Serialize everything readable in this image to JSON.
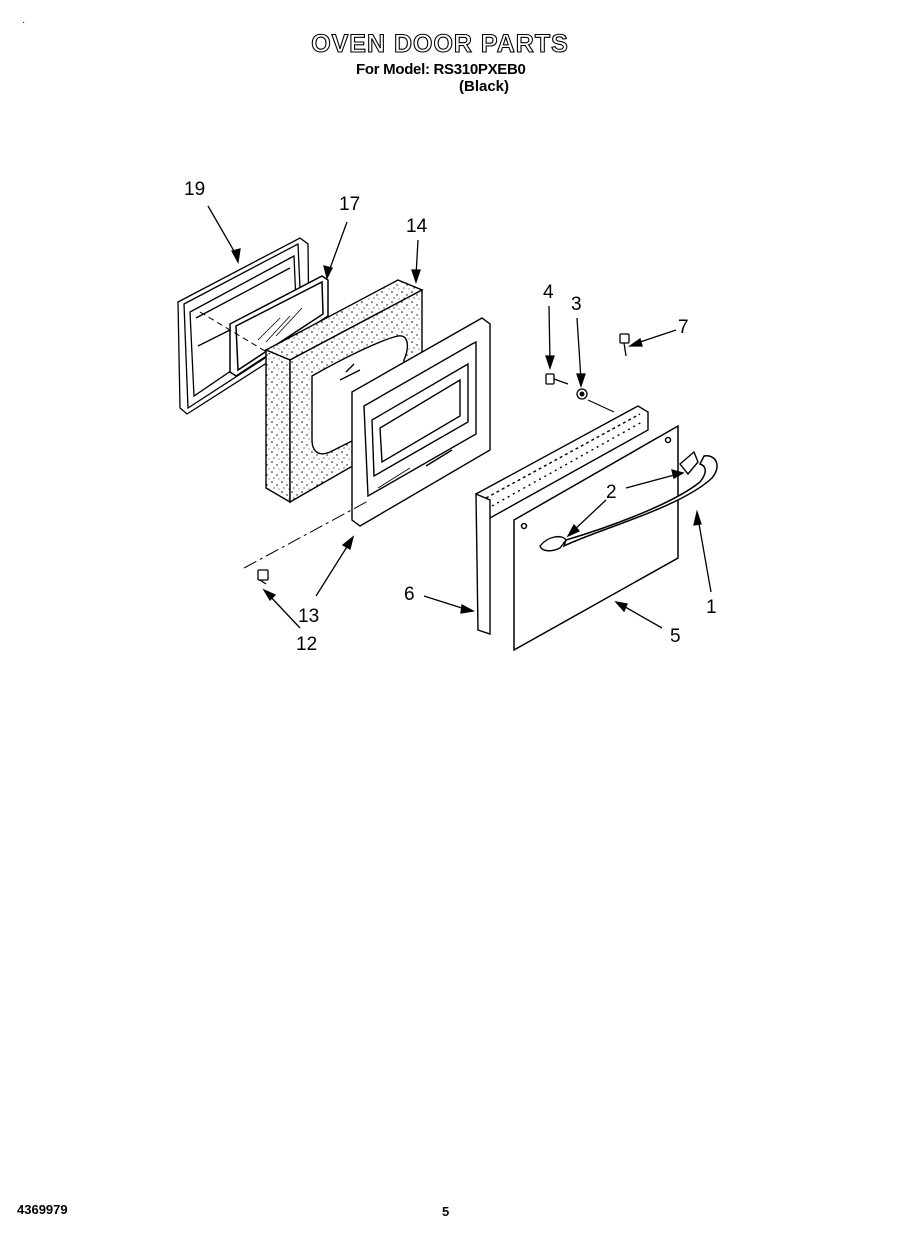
{
  "page": {
    "title": "OVEN DOOR PARTS",
    "model_line": "For Model: RS310PXEB0",
    "color_line": "(Black)",
    "corner_mark": "·",
    "document_number": "4369979",
    "page_number": "5"
  },
  "callouts": [
    {
      "id": "c19",
      "text": "19"
    },
    {
      "id": "c17",
      "text": "17"
    },
    {
      "id": "c14",
      "text": "14"
    },
    {
      "id": "c4",
      "text": "4"
    },
    {
      "id": "c3",
      "text": "3"
    },
    {
      "id": "c7",
      "text": "7"
    },
    {
      "id": "c2",
      "text": "2"
    },
    {
      "id": "c1",
      "text": "1"
    },
    {
      "id": "c6",
      "text": "6"
    },
    {
      "id": "c5",
      "text": "5"
    },
    {
      "id": "c13",
      "text": "13"
    },
    {
      "id": "c12",
      "text": "12"
    }
  ]
}
